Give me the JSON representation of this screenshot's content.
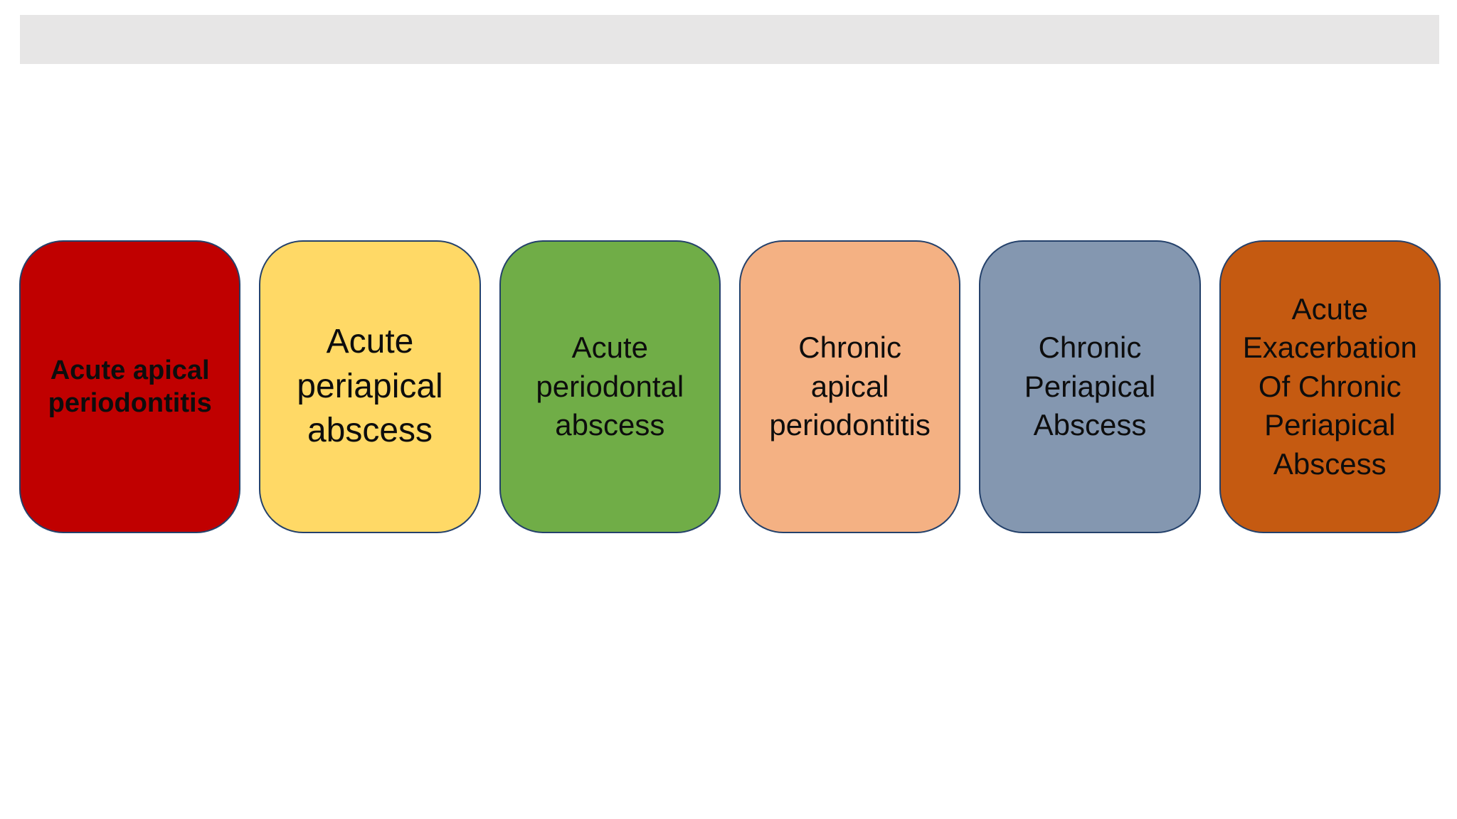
{
  "top_bar": {
    "color": "#E7E6E6"
  },
  "diagram": {
    "border_color": "#24416B",
    "text_color": "#0d0d0d",
    "nodes": [
      {
        "id": "acute-apical-periodontitis",
        "label": "Acute apical\nperiodontitis",
        "color": "#C00000"
      },
      {
        "id": "acute-periapical-abscess",
        "label": "Acute\nperiapical\nabscess",
        "color": "#FFD966"
      },
      {
        "id": "acute-periodontal-abscess",
        "label": "Acute\nperiodontal\nabscess",
        "color": "#70AD47"
      },
      {
        "id": "chronic-apical-periodontitis",
        "label": "Chronic\napical\nperiodontitis",
        "color": "#F4B183"
      },
      {
        "id": "chronic-periapical-abscess",
        "label": "Chronic\nPeriapical\nAbscess",
        "color": "#8497B0"
      },
      {
        "id": "acute-exacerbation-chronic-periapical",
        "label": "Acute\nExacerbation\nOf Chronic\nPeriapical\nAbscess",
        "color": "#C55A11"
      }
    ]
  }
}
